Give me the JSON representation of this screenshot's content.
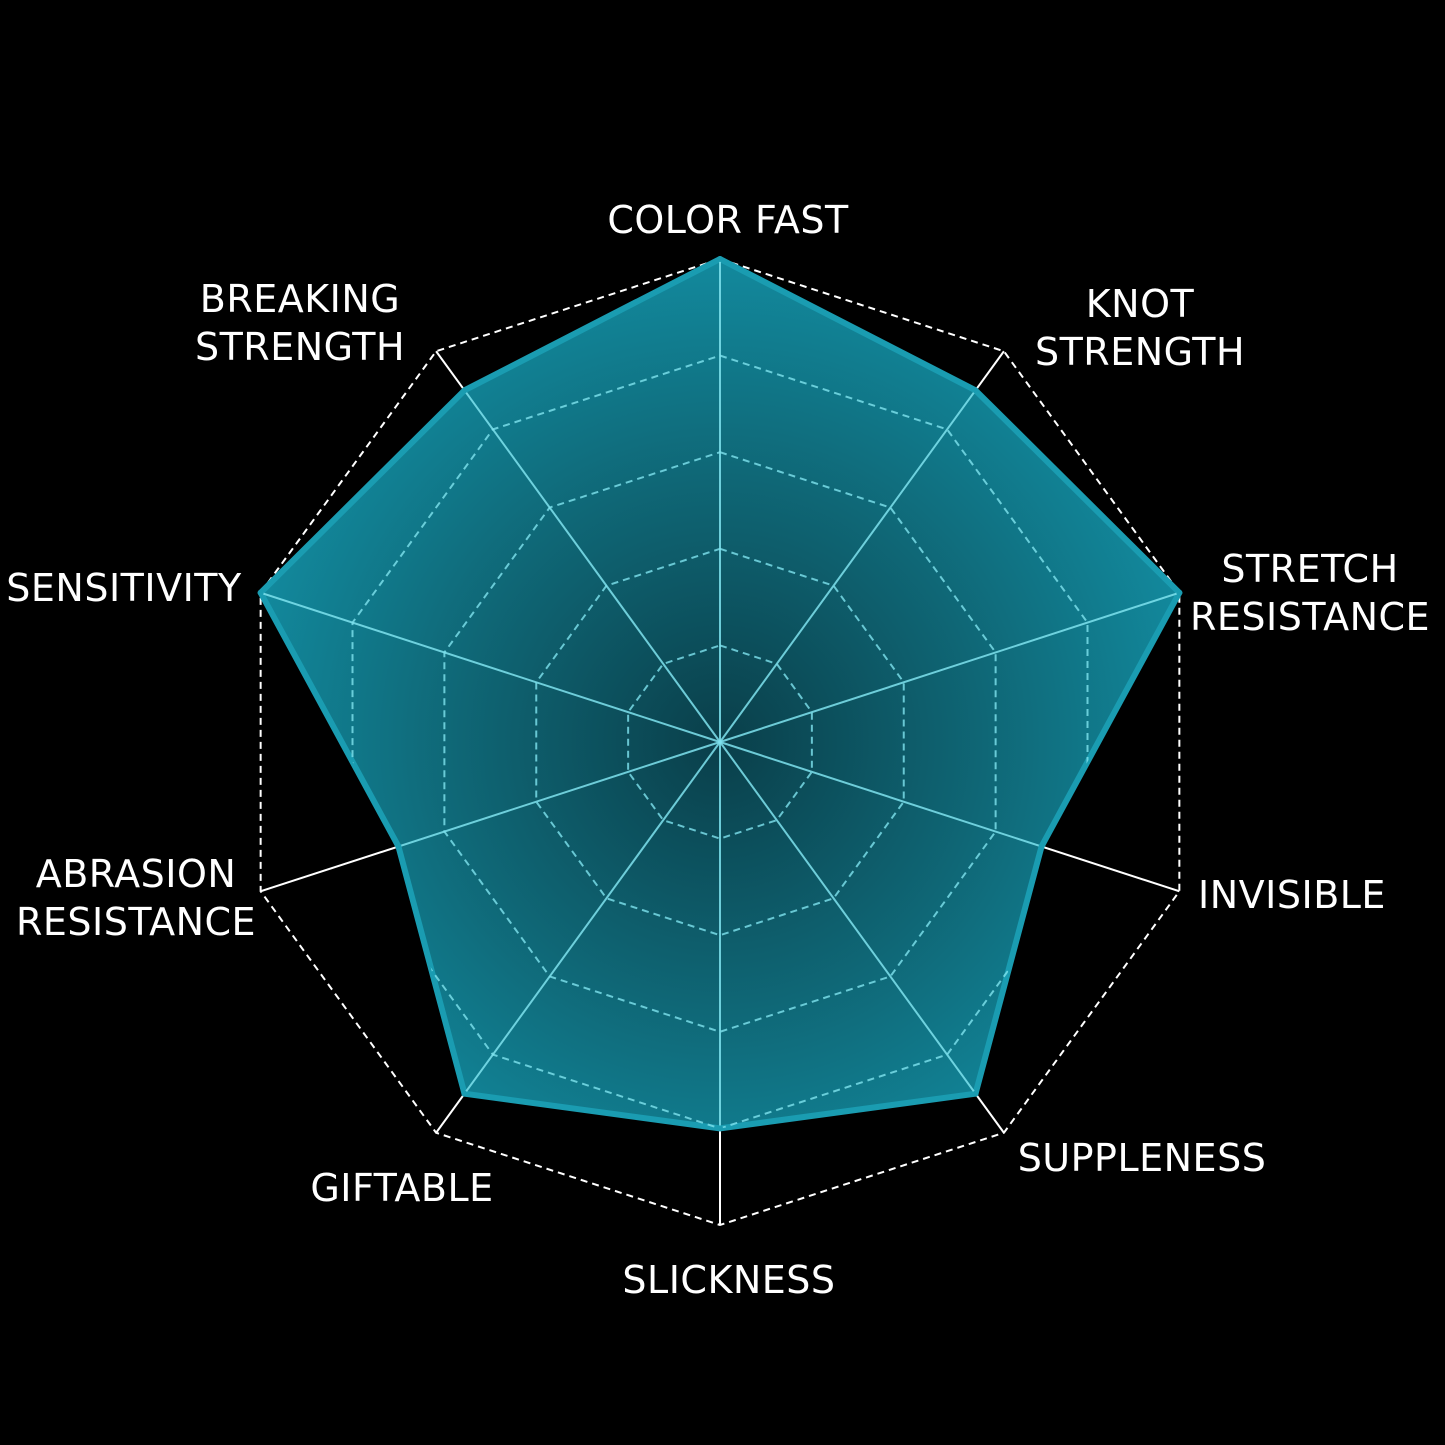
{
  "chart_data": {
    "type": "radar",
    "axes": [
      "COLOR FAST",
      "KNOT STRENGTH",
      "STRETCH RESISTANCE",
      "INVISIBLE",
      "SUPPLENESS",
      "SLICKNESS",
      "GIFTABLE",
      "ABRASION RESISTANCE",
      "SENSITIVITY",
      "BREAKING STRENGTH"
    ],
    "axis_label_lines": [
      [
        "COLOR FAST"
      ],
      [
        "KNOT",
        "STRENGTH"
      ],
      [
        "STRETCH",
        "RESISTANCE"
      ],
      [
        "INVISIBLE"
      ],
      [
        "SUPPLENESS"
      ],
      [
        "SLICKNESS"
      ],
      [
        "GIFTABLE"
      ],
      [
        "ABRASION",
        "RESISTANCE"
      ],
      [
        "SENSITIVITY"
      ],
      [
        "BREAKING",
        "STRENGTH"
      ]
    ],
    "values": [
      5,
      4.5,
      5,
      3.5,
      4.5,
      4,
      4.5,
      3.5,
      5,
      4.5
    ],
    "rlim": [
      0,
      5
    ],
    "grid_levels": 5,
    "grid": true,
    "colors": {
      "background": "#000000",
      "fill": "#12899d",
      "edge": "#1a9cb1",
      "grid_inside": "#7fe3ef",
      "grid_outside": "#ffffff",
      "labels": "#ffffff"
    }
  }
}
